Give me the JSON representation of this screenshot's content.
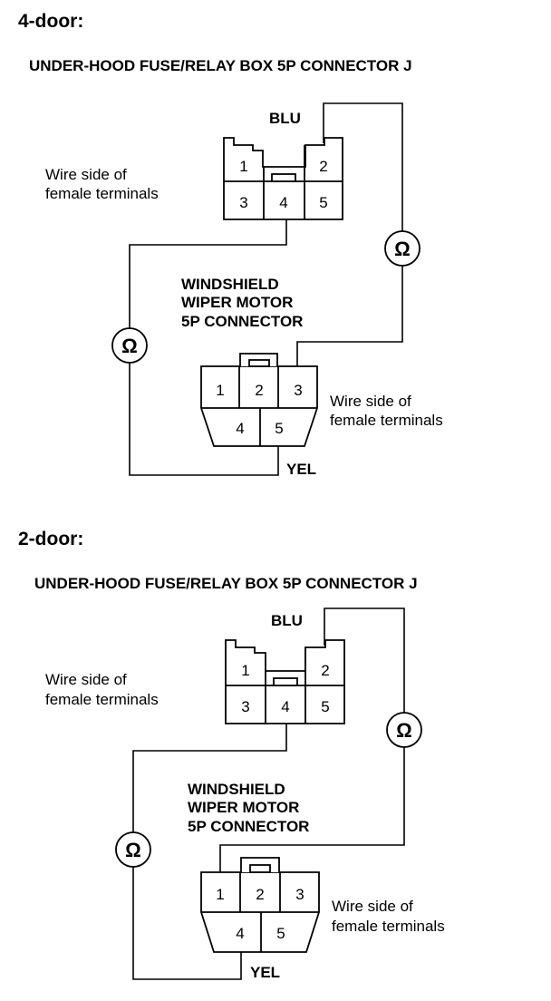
{
  "sections": [
    {
      "heading": "4-door:",
      "title": "UNDER-HOOD FUSE/RELAY BOX 5P CONNECTOR J",
      "fuse_box": {
        "wire_color": "BLU",
        "side_label_line1": "Wire side of",
        "side_label_line2": "female terminals",
        "pins": [
          "1",
          "2",
          "3",
          "4",
          "5"
        ]
      },
      "wiper": {
        "title_line1": "WINDSHIELD",
        "title_line2": "WIPER MOTOR",
        "title_line3": "5P CONNECTOR",
        "wire_color": "YEL",
        "side_label_line1": "Wire side of",
        "side_label_line2": "female terminals",
        "pins": [
          "1",
          "2",
          "3",
          "4",
          "5"
        ]
      },
      "meter_left": "Ω",
      "meter_right": "Ω"
    },
    {
      "heading": "2-door:",
      "title": "UNDER-HOOD FUSE/RELAY BOX 5P CONNECTOR J",
      "fuse_box": {
        "wire_color": "BLU",
        "side_label_line1": "Wire side of",
        "side_label_line2": "female terminals",
        "pins": [
          "1",
          "2",
          "3",
          "4",
          "5"
        ]
      },
      "wiper": {
        "title_line1": "WINDSHIELD",
        "title_line2": "WIPER MOTOR",
        "title_line3": "5P CONNECTOR",
        "wire_color": "YEL",
        "side_label_line1": "Wire side of",
        "side_label_line2": "female terminals",
        "pins": [
          "1",
          "2",
          "3",
          "4",
          "5"
        ]
      },
      "meter_left": "Ω",
      "meter_right": "Ω"
    }
  ]
}
